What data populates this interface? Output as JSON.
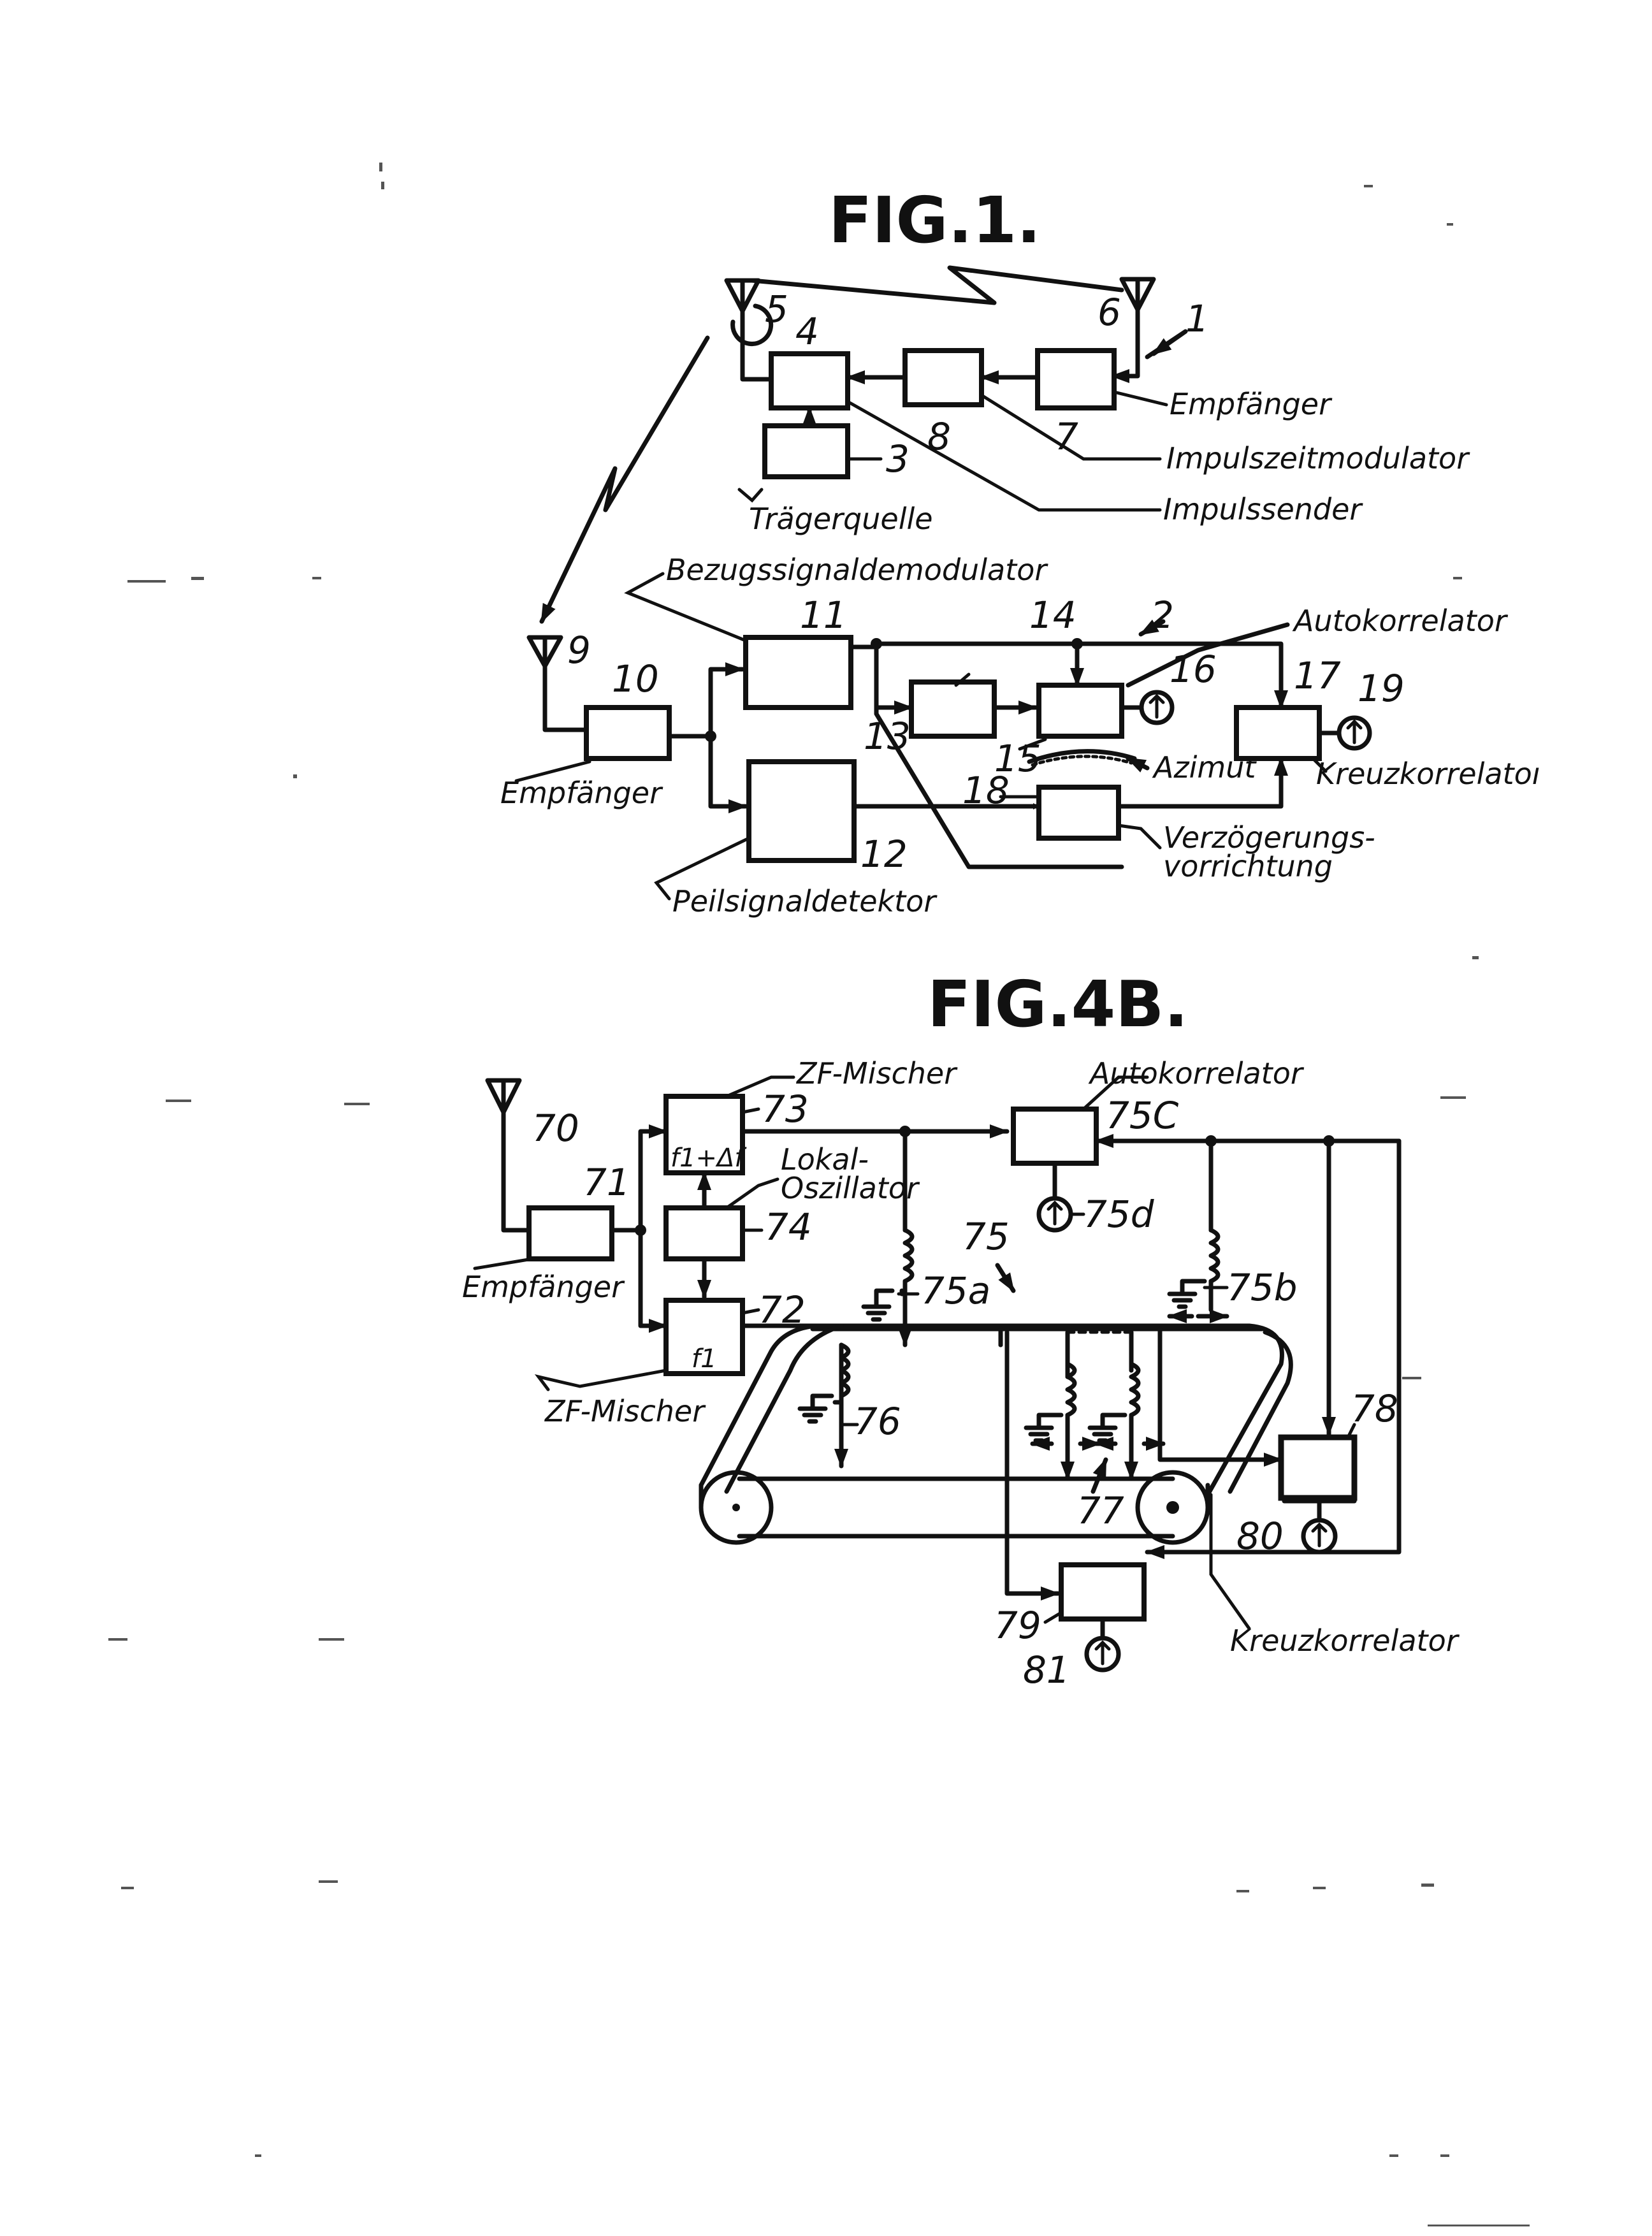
{
  "fig1": {
    "title": "FIG.1.",
    "labels": {
      "empfaenger_top": "Empfänger",
      "impulszeitmodulator": "Impulszeitmodulator",
      "traegerquelle": "Trägerquelle",
      "impulssender": "Impulssender",
      "bezugssignaldemodulator": "Bezugssignaldemodulator",
      "autokorrelator": "Autokorrelator",
      "azimut": "Azimut",
      "kreuzkorrelator": "Kreuzkorrelatoı",
      "verzoegerung_1": "Verzögerungs-",
      "verzoegerung_2": "vorrichtung",
      "empfaenger_bottom": "Empfänger",
      "peilsignaldetektor": "Peilsignaldetektor"
    },
    "numbers": {
      "n1": "1",
      "n2": "2",
      "n3": "3",
      "n4": "4",
      "n5": "5",
      "n6": "6",
      "n7": "7",
      "n8": "8",
      "n9": "9",
      "n10": "10",
      "n11": "11",
      "n12": "12",
      "n13": "13",
      "n14": "14",
      "n15": "15",
      "n16": "16",
      "n17": "17",
      "n18": "18",
      "n19": "19"
    }
  },
  "fig4b": {
    "title": "FIG.4B.",
    "labels": {
      "zf_mischer_top": "ZF-Mischer",
      "autokorrelator": "Autokorrelator",
      "lokal_1": "Lokal-",
      "lokal_2": "Oszillator",
      "empfaenger": "Empfänger",
      "zf_mischer_bottom": "ZF-Mischer",
      "kreuzkorrelator": "Kreuzkorrelator",
      "box73_text": "f1+Δf",
      "box72_text": "f1"
    },
    "numbers": {
      "n70": "70",
      "n71": "71",
      "n72": "72",
      "n73": "73",
      "n74": "74",
      "n75": "75",
      "n75a": "75a",
      "n75b": "75b",
      "n75c": "75C",
      "n75d": "75d",
      "n76": "76",
      "n77": "77",
      "n78": "78",
      "n79": "79",
      "n80": "80",
      "n81": "81"
    }
  }
}
